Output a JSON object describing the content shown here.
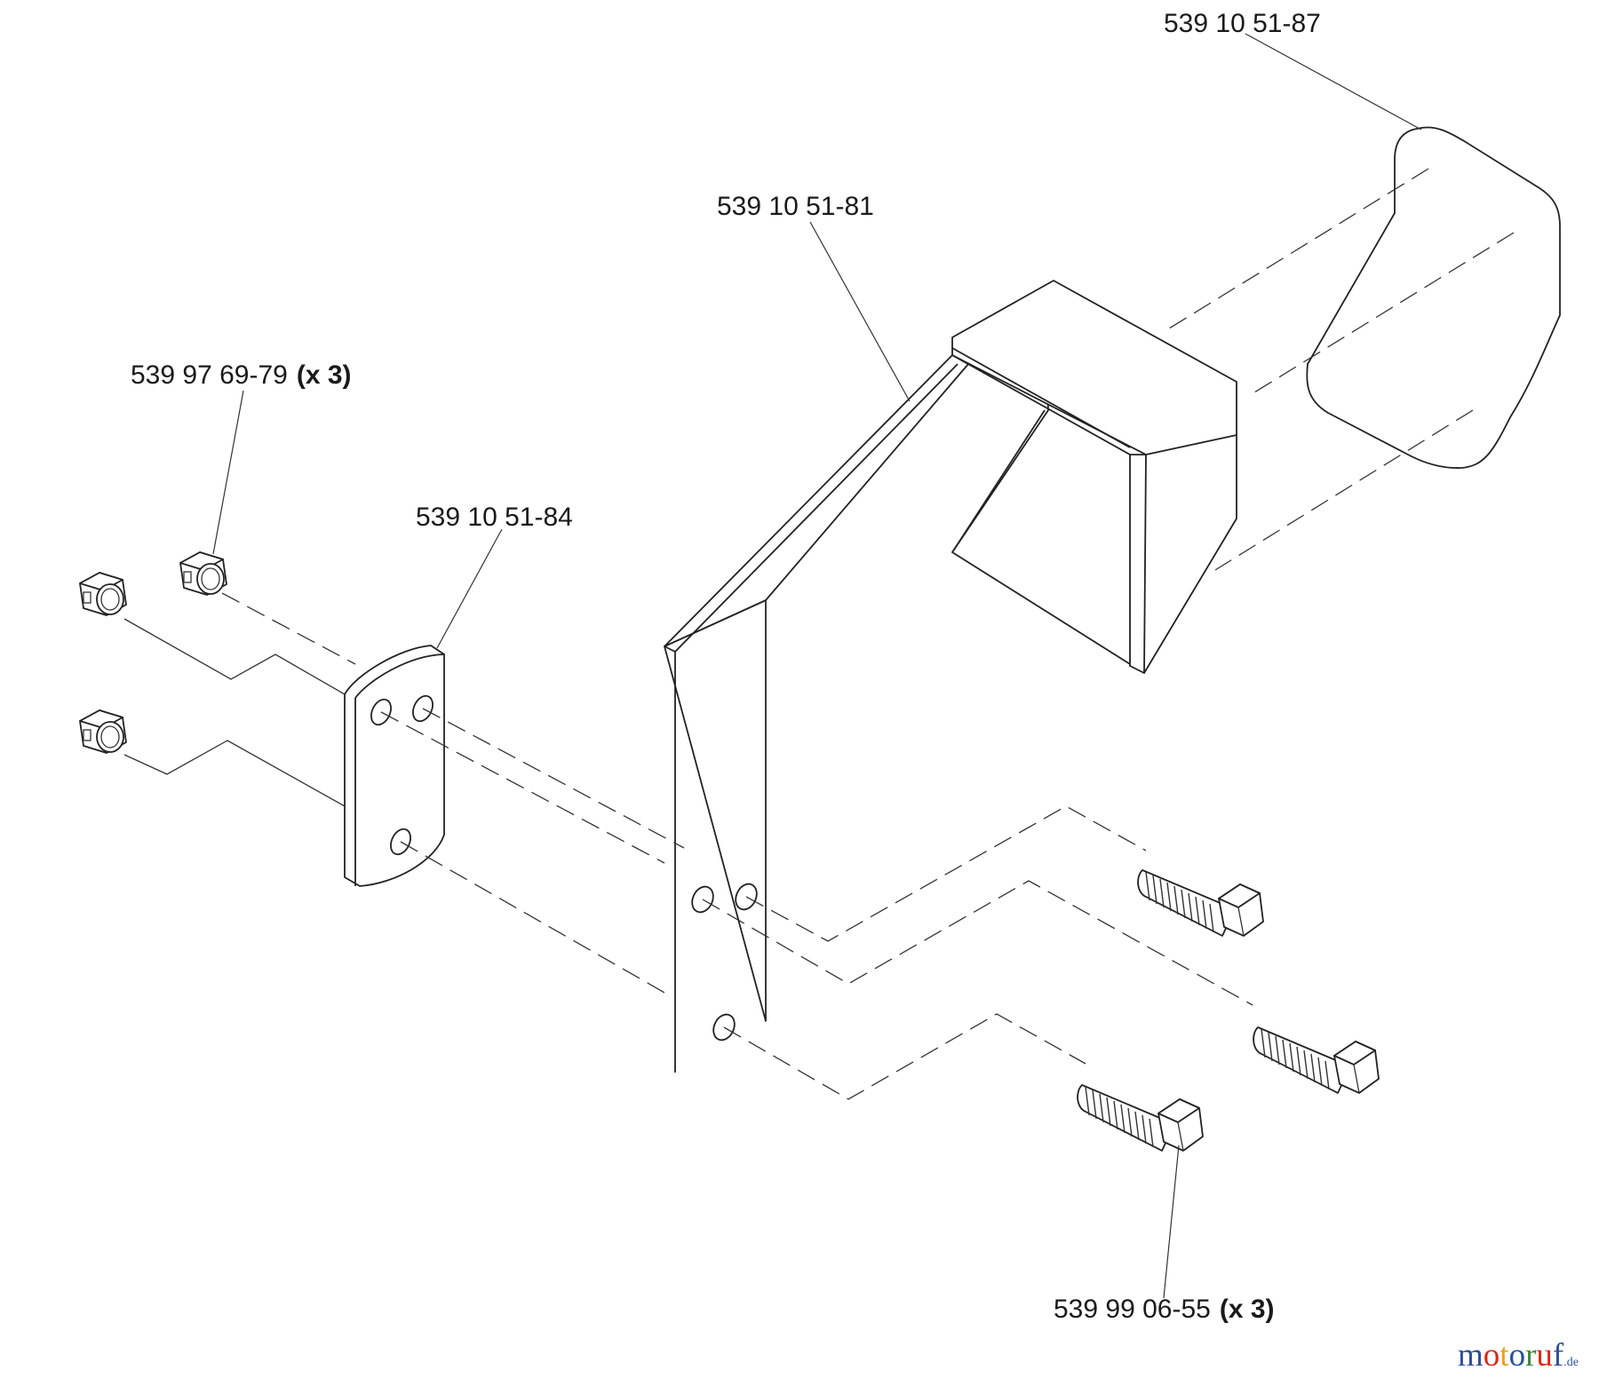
{
  "parts": [
    {
      "id": "guard",
      "part_number": "539 10 51-87",
      "qty": ""
    },
    {
      "id": "bracket",
      "part_number": "539 10 51-81",
      "qty": ""
    },
    {
      "id": "nut",
      "part_number": "539 97 69-79",
      "qty": "(x 3)"
    },
    {
      "id": "plate",
      "part_number": "539 10 51-84",
      "qty": ""
    },
    {
      "id": "bolt",
      "part_number": "539 99 06-55",
      "qty": "(x 3)"
    }
  ],
  "watermark": {
    "letters": [
      "m",
      "o",
      "t",
      "o",
      "r",
      "u",
      "f"
    ],
    "colors": [
      "#2d4f99",
      "#d52b1e",
      "#e8a21a",
      "#2d4f99",
      "#3b8a3b",
      "#d52b1e",
      "#2d4f99"
    ],
    "suffix": ".de"
  },
  "icons": [
    "hex-nut-icon",
    "hex-bolt-icon"
  ]
}
